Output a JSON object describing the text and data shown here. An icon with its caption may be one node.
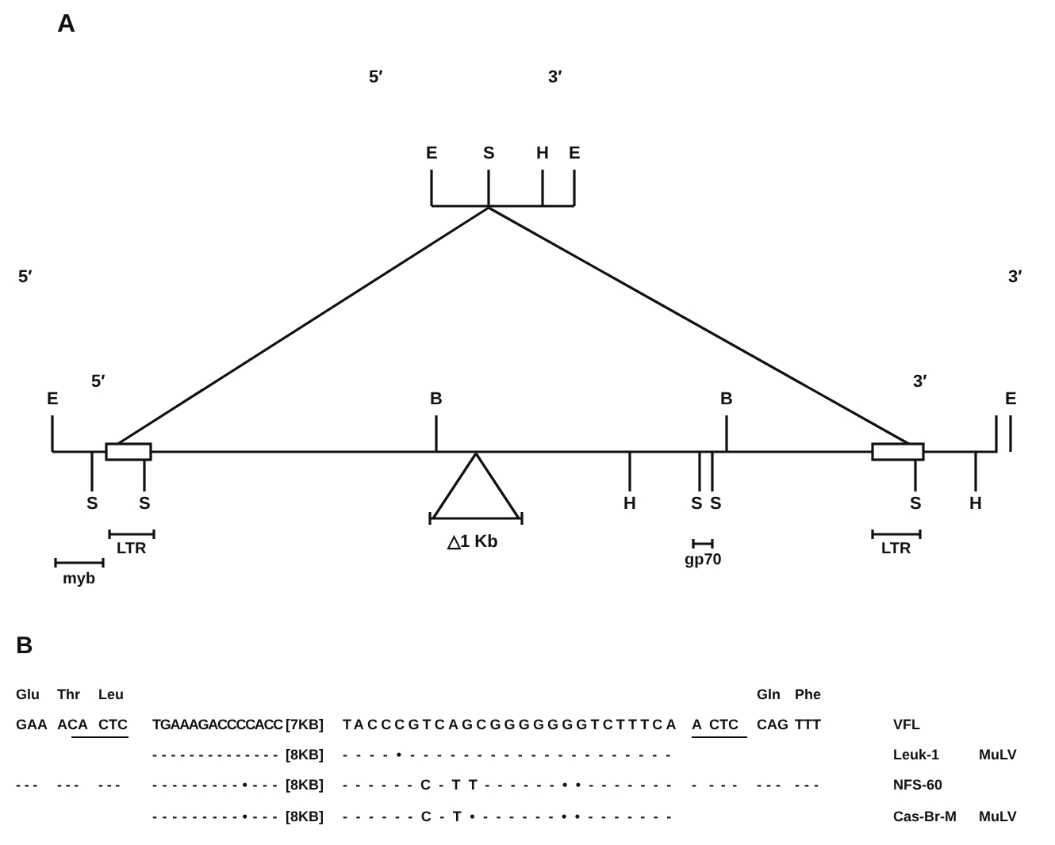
{
  "diagram": {
    "labels": [
      "A",
      "5′",
      "3′",
      "E",
      "S",
      "H",
      "E",
      "5′",
      "3′",
      "E",
      "5′",
      "B",
      "B",
      "3′",
      "E",
      "S",
      "S",
      "H",
      "S",
      "S",
      "S",
      "H",
      "LTR",
      "△1 Kb",
      "myb",
      "gp70",
      "LTR",
      "B",
      "Glu",
      "Thr",
      "Leu",
      "Gln",
      "Phe",
      "GAA",
      "ACA",
      "CTC",
      "TGAAAGACCCCACC",
      "[7KB]",
      "TACCCGTCAGCGGGGGGGTCTTTCA",
      "A",
      "CTC",
      "CAG",
      "TTT",
      "VFL",
      "--------------",
      "[8KB]",
      "----•--------------------",
      "Leuk-1",
      "MuLV",
      "---",
      "---",
      "---",
      "---------•---",
      "[8KB]",
      "------C-TT------••-------",
      "-",
      "---",
      "---",
      "---",
      "NFS-60",
      "---------•---",
      "[8KB]",
      "------C-T•------••-------",
      "Cas-Br-M",
      "MuLV"
    ]
  }
}
